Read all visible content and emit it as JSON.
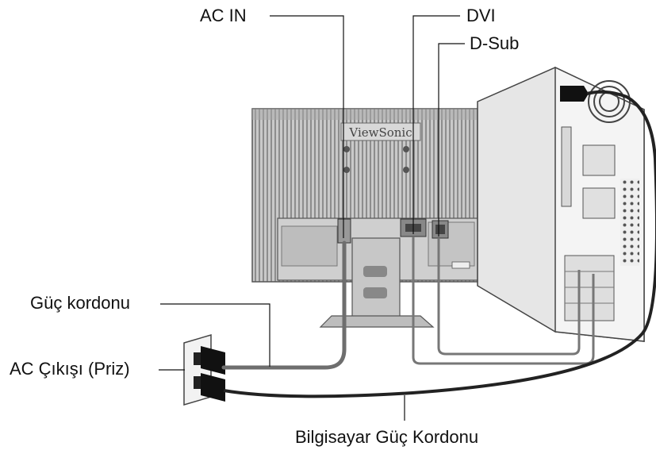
{
  "labels": {
    "ac_in": "AC IN",
    "dvi": "DVI",
    "dsub": "D-Sub",
    "power_cord": "Güç kordonu",
    "ac_outlet": "AC Çıkışı (Priz)",
    "pc_power_cord": "Bilgisayar Güç Kordonu"
  },
  "brand": "ViewSonic",
  "colors": {
    "cable": "#6e6e6e",
    "cable_dark": "#222222",
    "monitor_body": "#bdbdbd",
    "pc_case": "#f2f2f2",
    "leader": "#111111"
  }
}
